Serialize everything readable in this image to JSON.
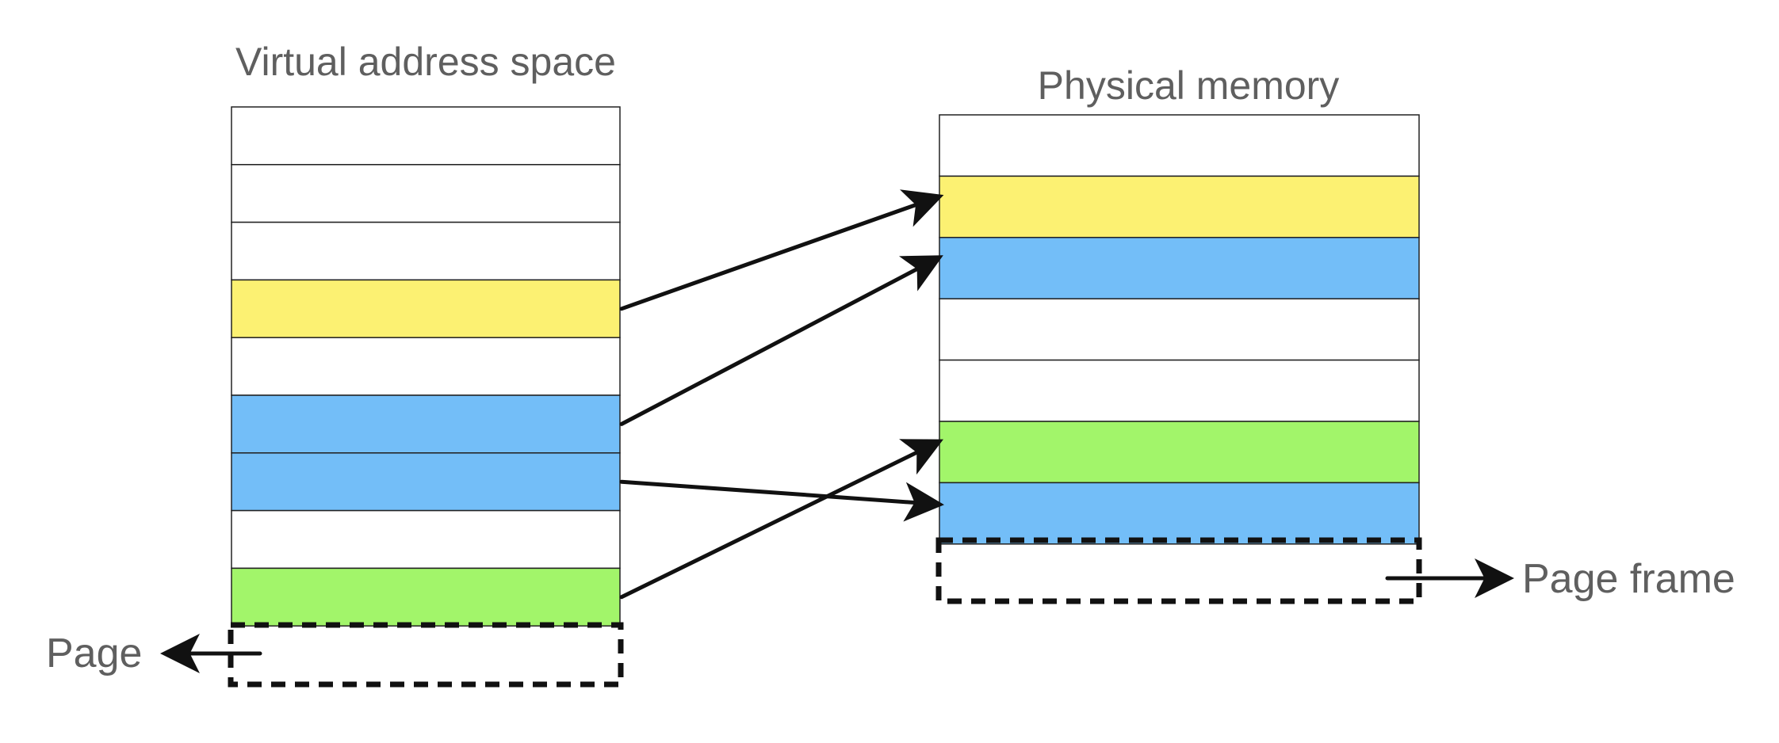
{
  "virtual": {
    "title": "Virtual address space",
    "pages": [
      {
        "color": "#ffffff"
      },
      {
        "color": "#ffffff"
      },
      {
        "color": "#ffffff"
      },
      {
        "color": "#fcf172"
      },
      {
        "color": "#ffffff"
      },
      {
        "color": "#73bef8"
      },
      {
        "color": "#73bef8"
      },
      {
        "color": "#ffffff"
      },
      {
        "color": "#a2f56a"
      }
    ]
  },
  "physical": {
    "title": "Physical memory",
    "frames": [
      {
        "color": "#ffffff"
      },
      {
        "color": "#fcf172"
      },
      {
        "color": "#73bef8"
      },
      {
        "color": "#ffffff"
      },
      {
        "color": "#ffffff"
      },
      {
        "color": "#a2f56a"
      },
      {
        "color": "#73bef8"
      }
    ]
  },
  "mappings": [
    {
      "from_page": 3,
      "to_frame": 1
    },
    {
      "from_page": 5,
      "to_frame": 2
    },
    {
      "from_page": 6,
      "to_frame": 6
    },
    {
      "from_page": 8,
      "to_frame": 5
    }
  ],
  "labels": {
    "page": "Page",
    "page_frame": "Page frame"
  },
  "colors": {
    "yellow": "#fcf172",
    "blue": "#73bef8",
    "green": "#a2f56a",
    "text": "#5f5f5f"
  }
}
